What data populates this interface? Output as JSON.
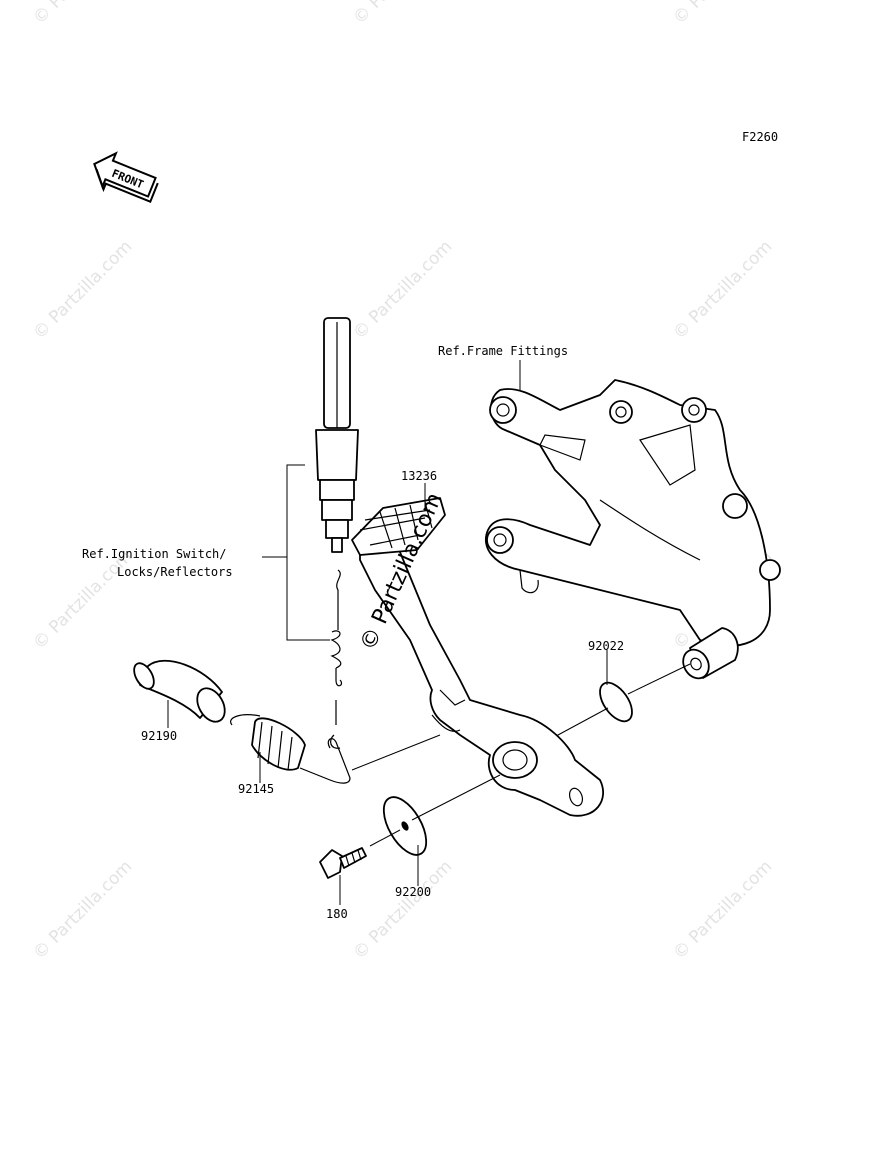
{
  "figure_code": "F2260",
  "front_label": "FRONT",
  "center_watermark": "© Partzilla.com",
  "watermark_text": "© Partzilla.com",
  "labels": {
    "frame_ref": "Ref.Frame Fittings",
    "ignition_ref_line1": "Ref.Ignition Switch/",
    "ignition_ref_line2": "Locks/Reflectors",
    "pedal": "13236",
    "collar": "92022",
    "sleeve": "92190",
    "spring": "92145",
    "washer": "92200",
    "bolt": "180"
  }
}
